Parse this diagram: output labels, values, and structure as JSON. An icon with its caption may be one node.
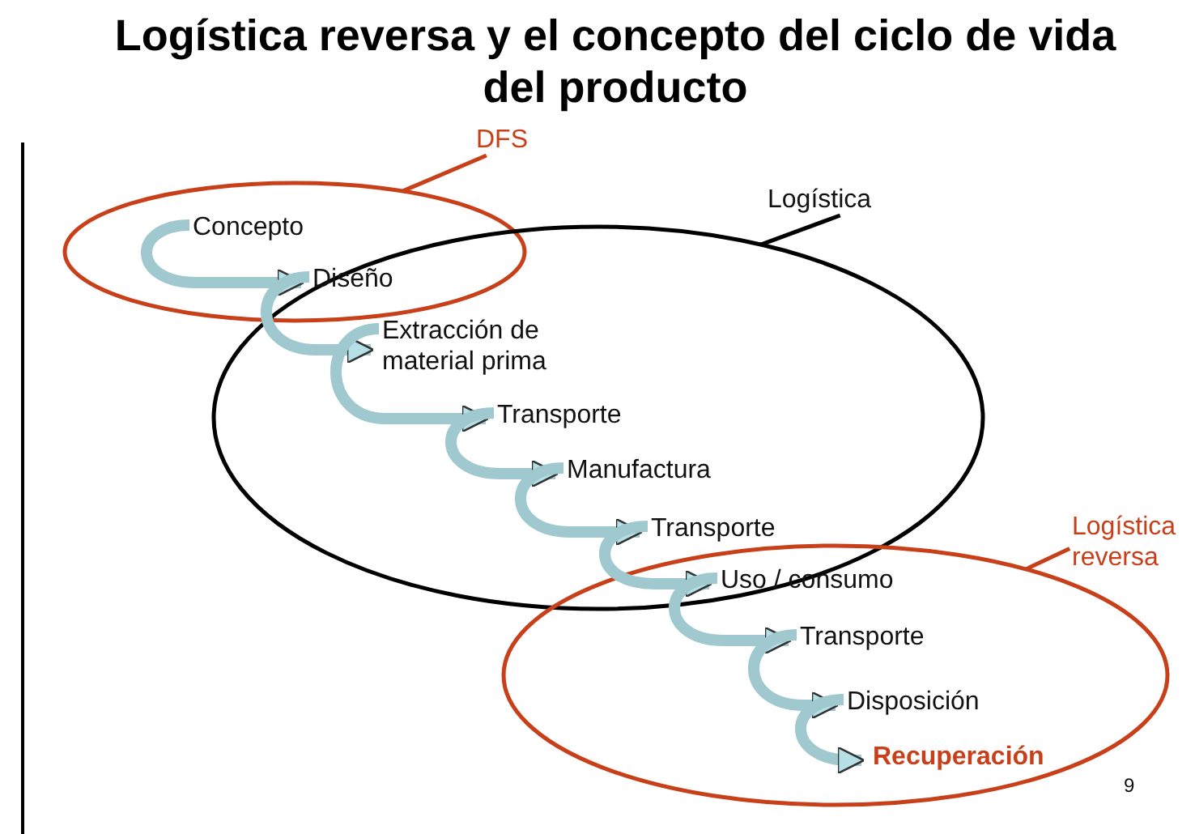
{
  "diagram": {
    "title": "Logística reversa y el concepto del ciclo de vida del producto",
    "nodes": [
      {
        "text": [
          "DFS"
        ]
      },
      {
        "text": [],
        "shape": "ellipse"
      },
      {
        "text": [
          "Logística"
        ]
      },
      {
        "text": [],
        "shape": "ellipse"
      },
      {
        "text": [
          "Logística reversa"
        ]
      },
      {
        "text": [],
        "shape": "ellipse"
      },
      {
        "text": [
          "Concepto"
        ],
        "in": 1
      },
      {
        "text": [
          "Diseño"
        ]
      },
      {
        "text": [
          "Extracción de material prima"
        ],
        "in": 3
      },
      {
        "text": [
          "Transporte"
        ],
        "in": 3
      },
      {
        "text": [
          "Manufactura"
        ],
        "in": 3
      },
      {
        "text": [
          "Transporte"
        ],
        "in": 3
      },
      {
        "text": [
          "Uso / consumo"
        ],
        "in": 5
      },
      {
        "text": [
          "Transporte"
        ],
        "in": 5
      },
      {
        "text": [
          "Disposición"
        ],
        "in": 5
      },
      {
        "text": [
          "Recuperación"
        ],
        "in": 5
      }
    ],
    "edges": [
      {
        "from": 0,
        "to": 1,
        "arrow": "none",
        "color": "#c8401a"
      },
      {
        "from": 2,
        "to": 3,
        "arrow": "none",
        "color": "#000000"
      },
      {
        "from": 4,
        "to": 5,
        "arrow": "none",
        "color": "#c8401a"
      },
      {
        "from": 6,
        "to": 7,
        "arrow": "to"
      },
      {
        "from": 7,
        "to": 8,
        "arrow": "to"
      },
      {
        "from": 8,
        "to": 9,
        "arrow": "to"
      },
      {
        "from": 9,
        "to": 10,
        "arrow": "to"
      },
      {
        "from": 10,
        "to": 11,
        "arrow": "to"
      },
      {
        "from": 11,
        "to": 12,
        "arrow": "to"
      },
      {
        "from": 12,
        "to": 13,
        "arrow": "to"
      },
      {
        "from": 13,
        "to": 14,
        "arrow": "to"
      },
      {
        "from": 14,
        "to": 15,
        "arrow": "to"
      }
    ],
    "labels": [
      "9"
    ]
  }
}
